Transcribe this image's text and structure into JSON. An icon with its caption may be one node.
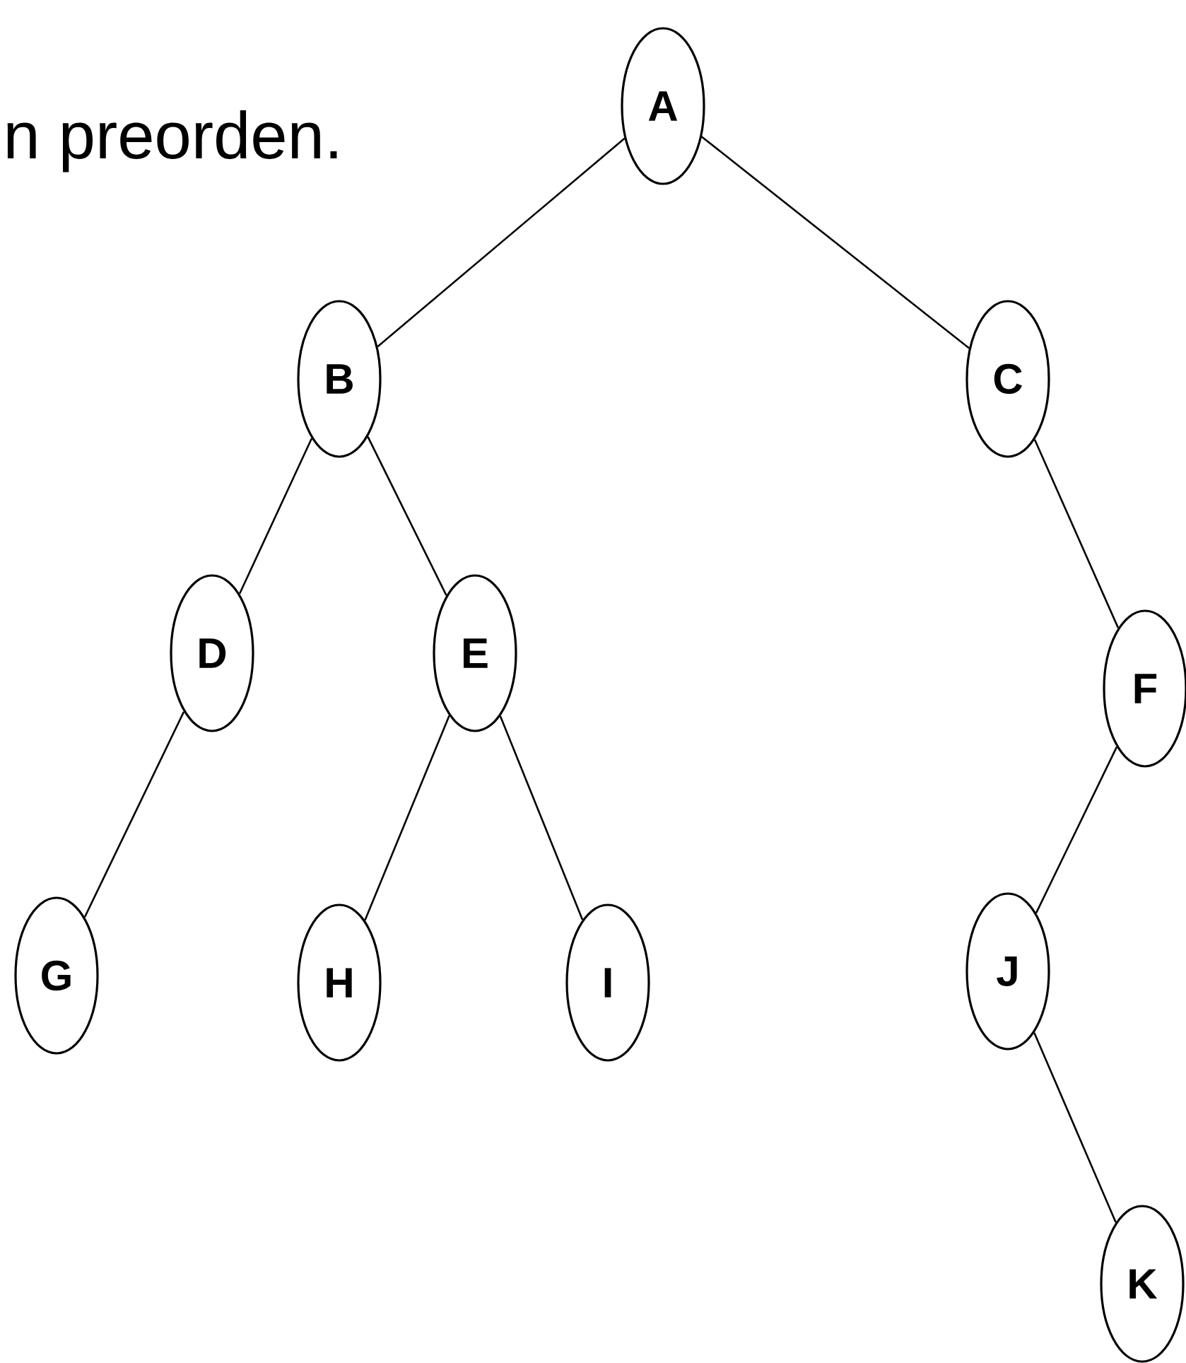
{
  "diagram": {
    "nodes": [
      {
        "text": [
          "A"
        ]
      },
      {
        "text": [
          "B"
        ]
      },
      {
        "text": [
          "C"
        ]
      },
      {
        "text": [
          "D"
        ]
      },
      {
        "text": [
          "E"
        ]
      },
      {
        "text": [
          "F"
        ]
      },
      {
        "text": [
          "G"
        ]
      },
      {
        "text": [
          "H"
        ]
      },
      {
        "text": [
          "I"
        ]
      },
      {
        "text": [
          "J"
        ]
      },
      {
        "text": [
          "K"
        ]
      }
    ],
    "edges": [
      {
        "from": 0,
        "to": 1,
        "arrow": "none"
      },
      {
        "from": 0,
        "to": 2,
        "arrow": "none"
      },
      {
        "from": 1,
        "to": 3,
        "arrow": "none"
      },
      {
        "from": 1,
        "to": 4,
        "arrow": "none"
      },
      {
        "from": 2,
        "to": 5,
        "arrow": "none"
      },
      {
        "from": 3,
        "to": 6,
        "arrow": "none"
      },
      {
        "from": 4,
        "to": 7,
        "arrow": "none"
      },
      {
        "from": 4,
        "to": 8,
        "arrow": "none"
      },
      {
        "from": 5,
        "to": 9,
        "arrow": "none"
      },
      {
        "from": 9,
        "to": 10,
        "arrow": "none"
      }
    ],
    "labels": [
      "n preorden."
    ]
  }
}
